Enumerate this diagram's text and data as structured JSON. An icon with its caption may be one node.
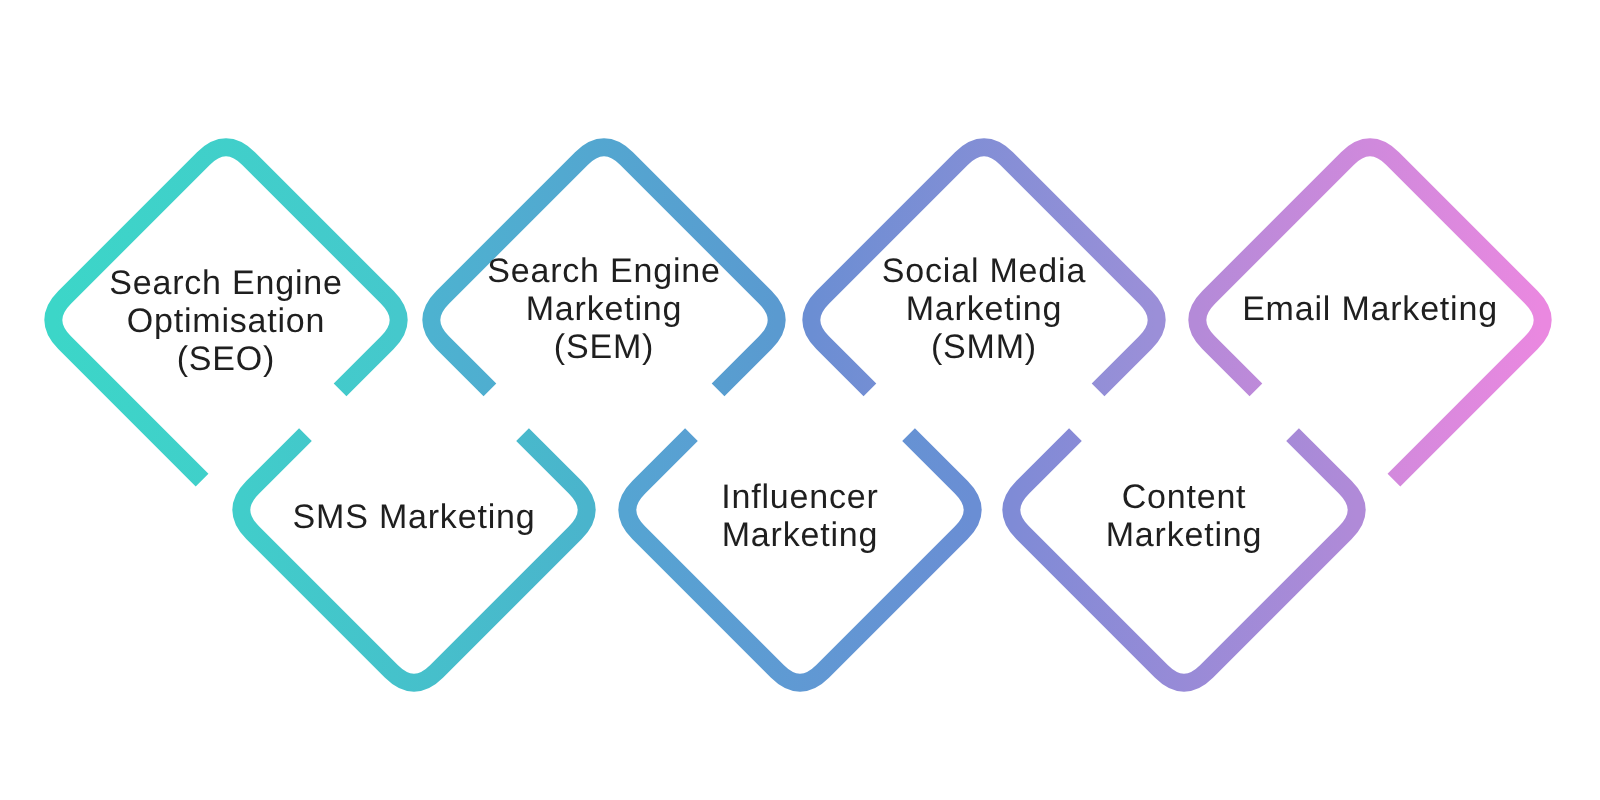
{
  "diagram": {
    "nodes": [
      {
        "text": [
          "Search Engine Optimisation (SEO)"
        ]
      },
      {
        "text": [
          "SMS Marketing"
        ]
      },
      {
        "text": [
          "Search Engine Marketing (SEM)"
        ]
      },
      {
        "text": [
          "Influencer Marketing"
        ]
      },
      {
        "text": [
          "Social Media Marketing (SMM)"
        ]
      },
      {
        "text": [
          "Content Marketing"
        ]
      },
      {
        "text": [
          "Email Marketing"
        ]
      }
    ]
  }
}
